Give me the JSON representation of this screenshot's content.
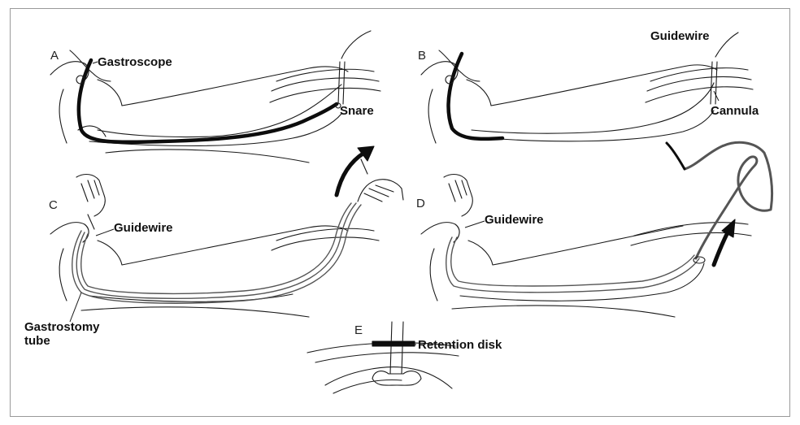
{
  "panels": {
    "a": {
      "letter": "A",
      "gastroscope": "Gastroscope",
      "snare": "Snare"
    },
    "b": {
      "letter": "B",
      "guidewire": "Guidewire",
      "cannula": "Cannula"
    },
    "c": {
      "letter": "C",
      "guidewire": "Guidewire",
      "tube_line1": "Gastrostomy",
      "tube_line2": "tube"
    },
    "d": {
      "letter": "D",
      "guidewire": "Guidewire"
    },
    "e": {
      "letter": "E",
      "retention_disk": "Retention disk"
    }
  },
  "colors": {
    "ink": "#1a1a1a",
    "scope": "#0d0d0d",
    "tube": "#555555",
    "border": "#9a9a9a"
  }
}
